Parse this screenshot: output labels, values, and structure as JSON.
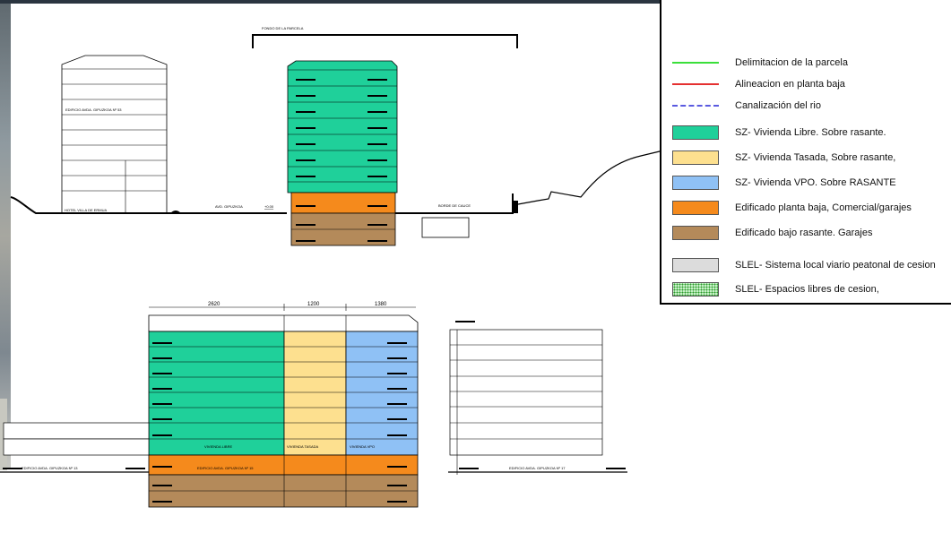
{
  "legend": {
    "items": [
      {
        "label": "Delimitacion de la parcela",
        "kind": "line",
        "color": "#3adf3a",
        "style": "solid"
      },
      {
        "label": "Alineacion en planta baja",
        "kind": "line",
        "color": "#e53030",
        "style": "solid"
      },
      {
        "label": "Canalización del rio",
        "kind": "line",
        "color": "#5a5ae0",
        "style": "dashed"
      },
      {
        "label": "SZ- Vivienda Libre. Sobre rasante.",
        "kind": "swatch",
        "color": "#1fd09a"
      },
      {
        "label": "SZ- Vivienda Tasada, Sobre rasante,",
        "kind": "swatch",
        "color": "#fde08f"
      },
      {
        "label": "SZ- Vivienda VPO. Sobre RASANTE",
        "kind": "swatch",
        "color": "#8fc1f5"
      },
      {
        "label": "Edificado planta baja, Comercial/garajes",
        "kind": "swatch",
        "color": "#f58a1c"
      },
      {
        "label": "Edificado bajo rasante. Garajes",
        "kind": "swatch",
        "color": "#b48a5a"
      },
      {
        "label": "SLEL- Sistema local viario peatonal de cesion",
        "kind": "swatch",
        "color": "#dcdcdc"
      },
      {
        "label": "SLEL- Espacios libres de cesion,",
        "kind": "swatch",
        "color": "#c7f2c7",
        "pattern": "dotted"
      }
    ]
  },
  "section_top": {
    "plot_label": "FONDO DE LA PARCELA",
    "left_building_label": "EDIFICIO AVDA. GIPUZKOA Nº 53",
    "hotel_label": "HOTEL VILLA DE ERMUA",
    "street_label": "AVD. GIPUZKOA",
    "river_label": "BORDE DE CAUCE"
  },
  "section_bottom": {
    "dims": [
      "2620",
      "1200",
      "1380"
    ],
    "zone_labels": [
      "VIVIENDA LIBRE",
      "VIVIENDA TASADA",
      "VIVIENDA VPO"
    ],
    "left_building_label": "EDIFICIO AVDA. GIPUZKOA Nº 13",
    "center_building_label": "EDIFICIO AVDA. GIPUZKOA Nº 15",
    "right_building_label": "EDIFICIO AVDA. GIPUZKOA Nº 17"
  }
}
